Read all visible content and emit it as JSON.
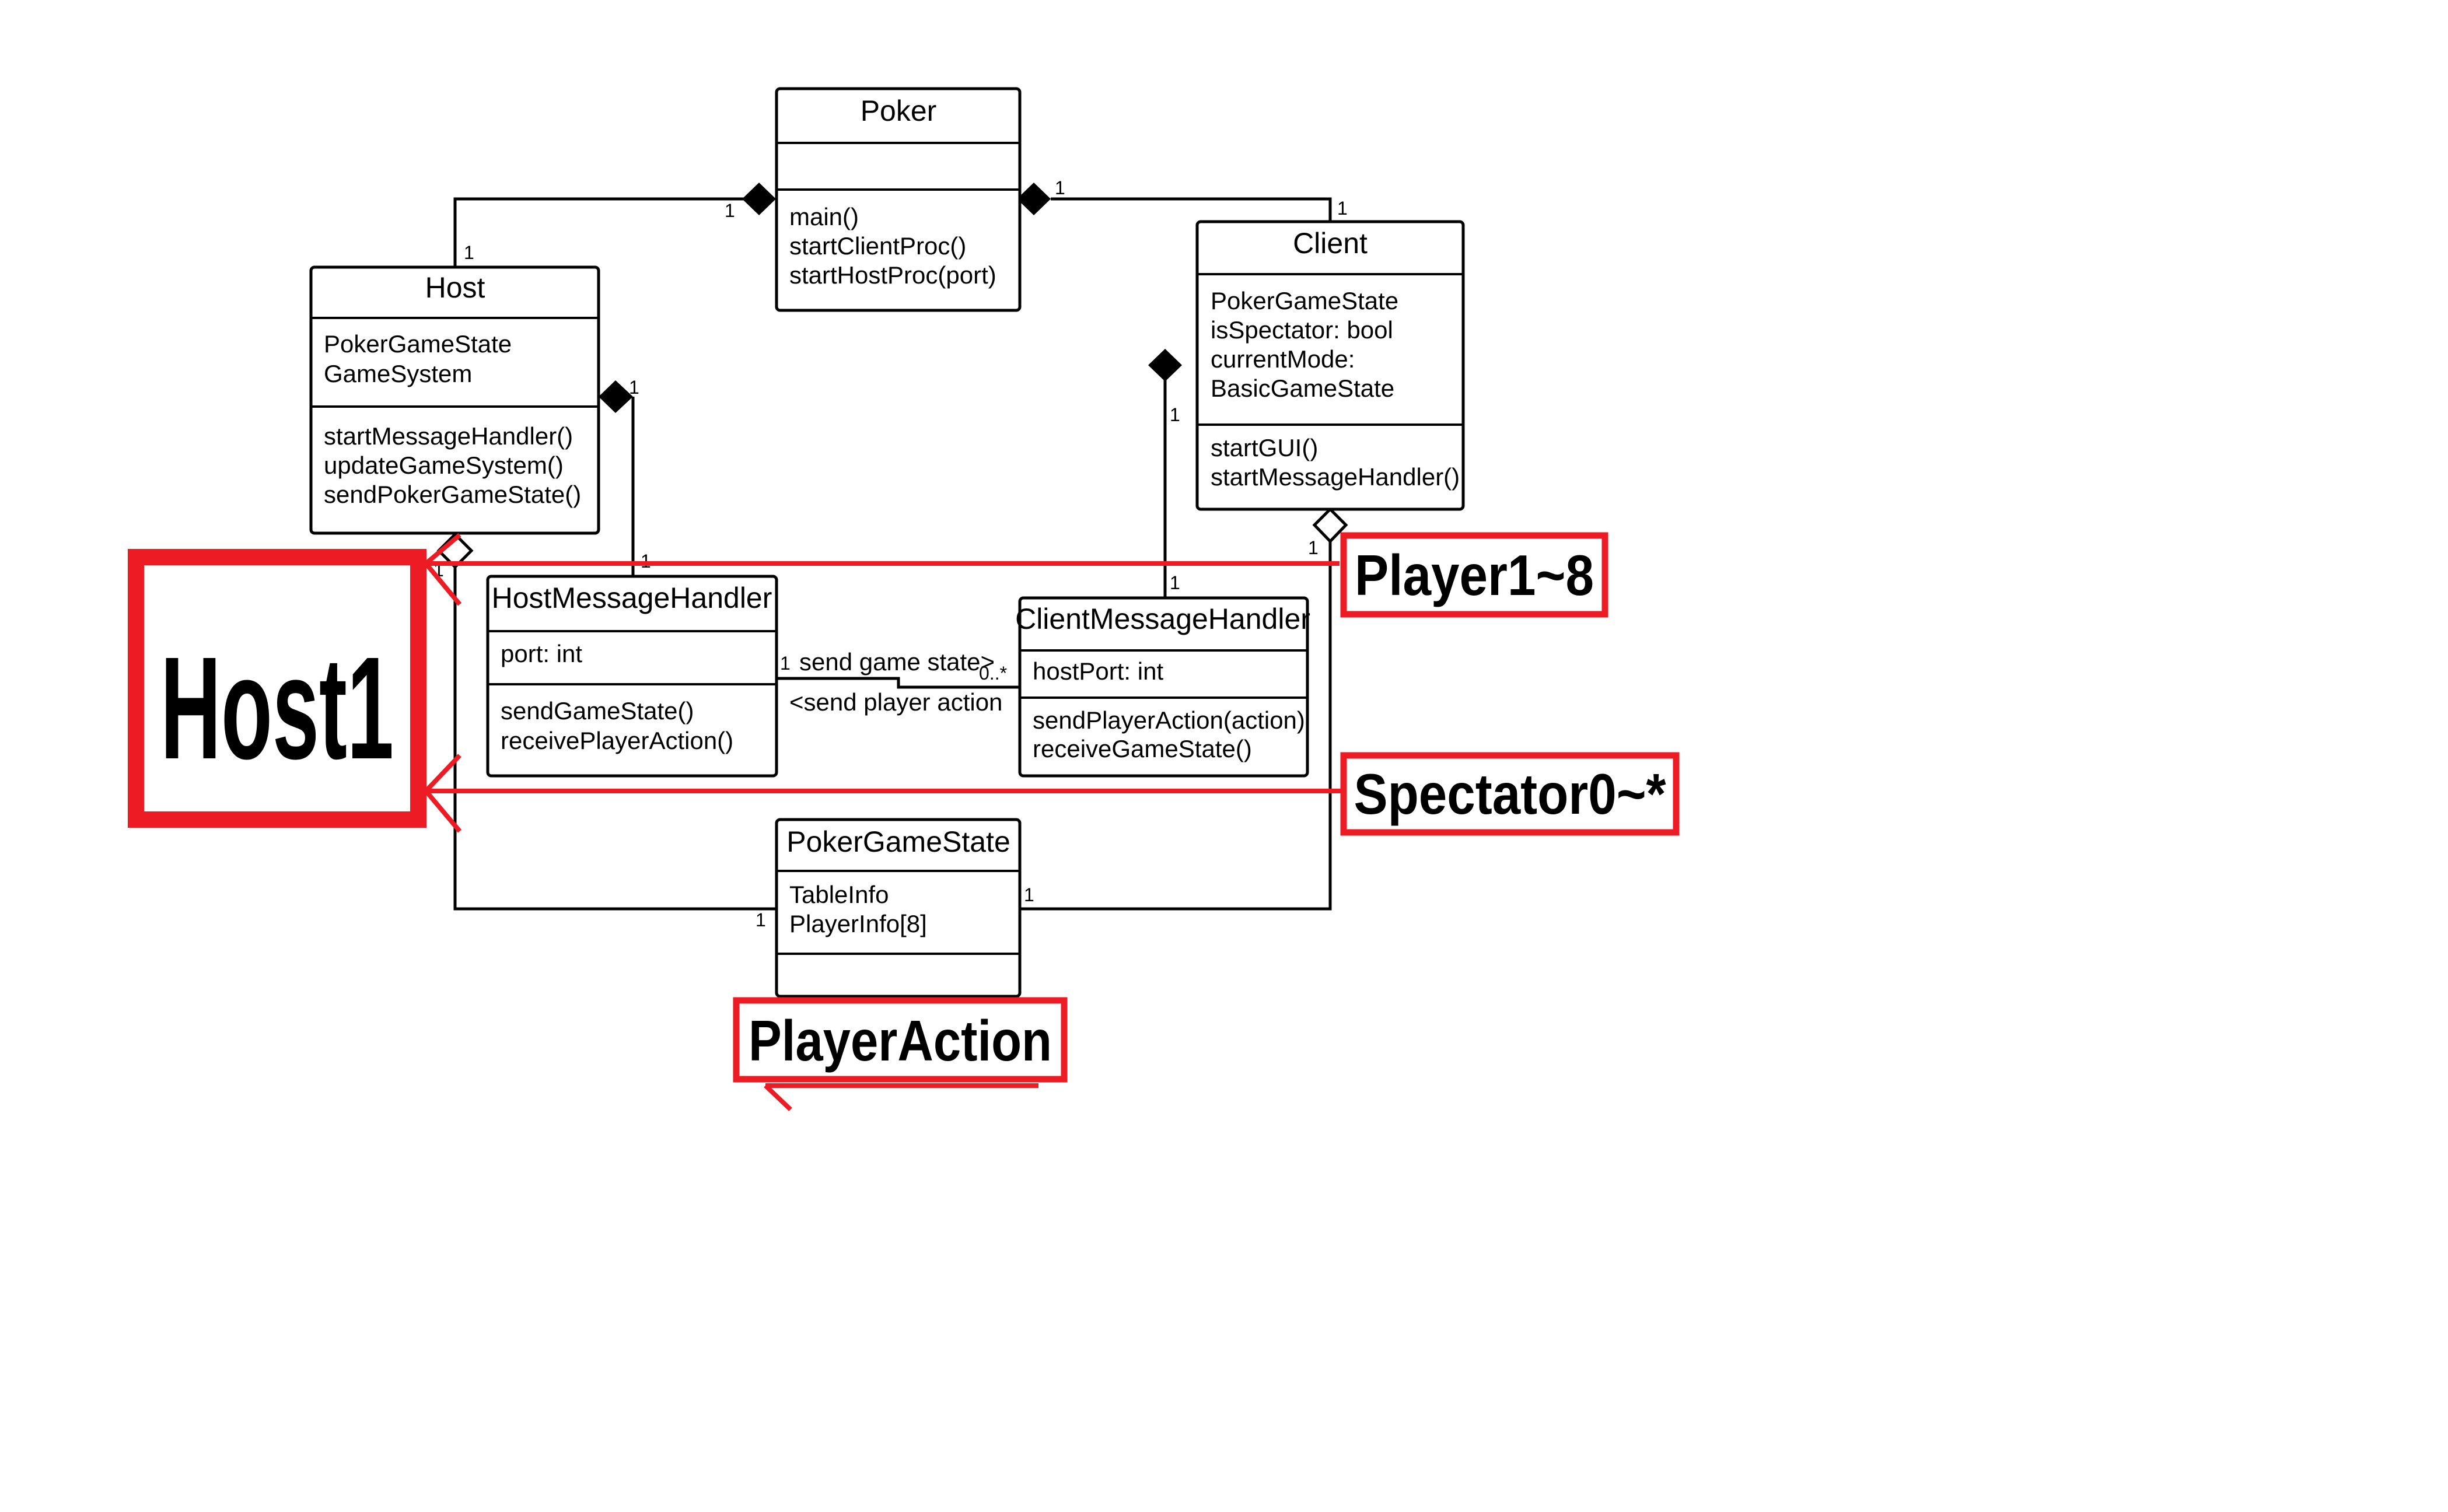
{
  "classes": {
    "poker": {
      "name": "Poker",
      "attributes": [],
      "methods": [
        "main()",
        "startClientProc()",
        "startHostProc(port)"
      ]
    },
    "host": {
      "name": "Host",
      "attributes": [
        "PokerGameState",
        "GameSystem"
      ],
      "methods": [
        "startMessageHandler()",
        "updateGameSystem()",
        "sendPokerGameState()"
      ]
    },
    "client": {
      "name": "Client",
      "attributes": [
        "PokerGameState",
        "isSpectator: bool",
        "currentMode:",
        "BasicGameState"
      ],
      "methods": [
        "startGUI()",
        "startMessageHandler()"
      ]
    },
    "host_message_handler": {
      "name": "HostMessageHandler",
      "attributes": [
        "port: int"
      ],
      "methods": [
        "sendGameState()",
        "receivePlayerAction()"
      ]
    },
    "client_message_handler": {
      "name": "ClientMessageHandler",
      "attributes": [
        "hostPort: int"
      ],
      "methods": [
        "sendPlayerAction(action)",
        "receiveGameState()"
      ]
    },
    "poker_game_state": {
      "name": "PokerGameState",
      "attributes": [
        "TableInfo",
        "PlayerInfo[8]"
      ],
      "methods": []
    }
  },
  "associations": {
    "send_game_state": "send game state>",
    "send_player_action": "<send player action"
  },
  "multiplicities": {
    "one": "1",
    "zero_many": "0..*"
  },
  "annotations": {
    "host": "Host1",
    "player": "Player1~8",
    "spectator": "Spectator0~*",
    "player_action": "PlayerAction"
  },
  "colors": {
    "annotation_red": "#ed1c24",
    "line_black": "#000000"
  }
}
